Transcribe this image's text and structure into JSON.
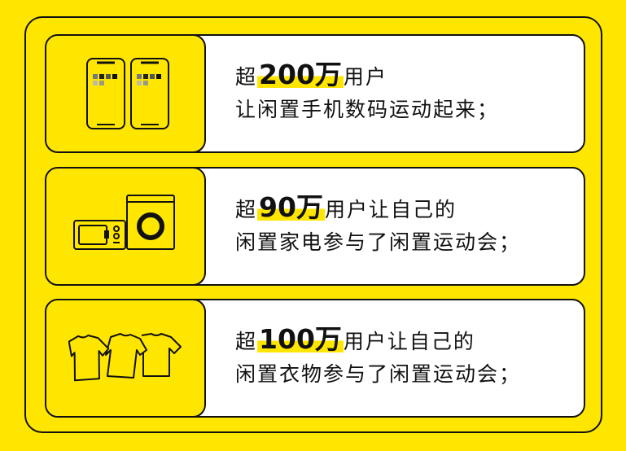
{
  "items": [
    {
      "icon": "phones-icon",
      "prefix": "超",
      "number": "200万",
      "suffix": "用户",
      "line2": "让闲置手机数码运动起来；"
    },
    {
      "icon": "appliances-icon",
      "prefix": "超",
      "number": "90万",
      "suffix": "用户让自己的",
      "line2": "闲置家电参与了闲置运动会；"
    },
    {
      "icon": "clothes-icon",
      "prefix": "超",
      "number": "100万",
      "suffix": "用户让自己的",
      "line2": "闲置衣物参与了闲置运动会；"
    }
  ],
  "colors": {
    "accent": "#FFE600",
    "ink": "#111111"
  }
}
